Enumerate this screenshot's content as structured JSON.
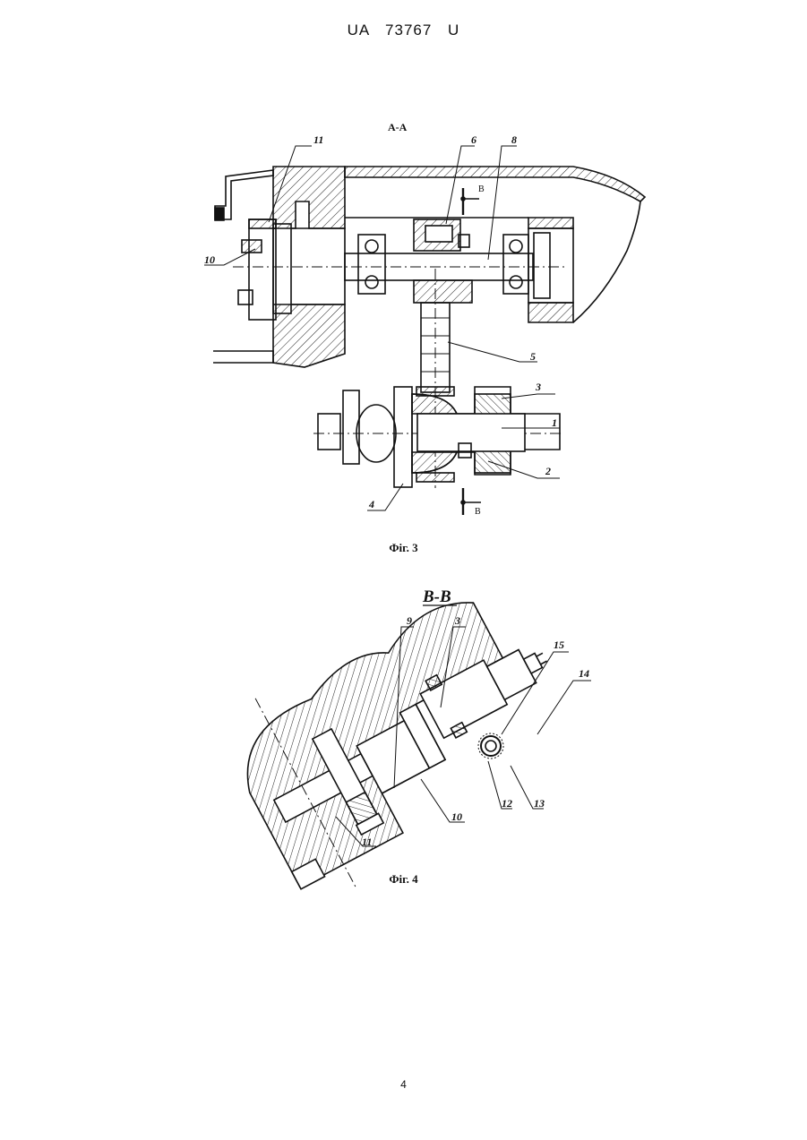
{
  "header": {
    "doc_id": "UA   73767   U"
  },
  "fig3": {
    "section_title": "A-A",
    "caption": "Фіг. 3",
    "section_mark": "B",
    "labels": [
      "1",
      "2",
      "3",
      "4",
      "5",
      "6",
      "8",
      "10",
      "11"
    ]
  },
  "fig4": {
    "section_title": "B-B",
    "caption": "Фіг. 4",
    "labels": [
      "3",
      "9",
      "10",
      "11",
      "12",
      "13",
      "14",
      "15"
    ]
  },
  "footer": {
    "page_number": "4"
  }
}
